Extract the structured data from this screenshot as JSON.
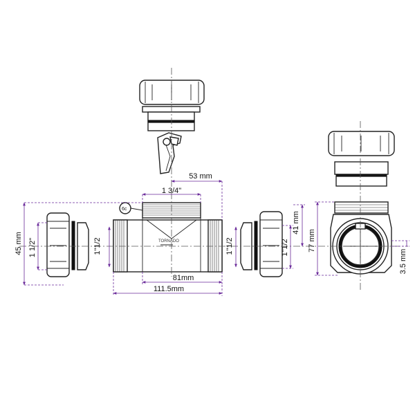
{
  "dimensions": {
    "h_45": "45 mm",
    "h_1_5": "1 1/2\"",
    "h_left_inner": "1\"1/2",
    "top_1_75": "1 3/4\"",
    "top_53": "53 mm",
    "mid_81": "81mm",
    "bottom_111_5": "111.5mm",
    "h_right_inner": "1\"1/2",
    "h_right_outer": "1\"1/2",
    "h_41": "41 mm",
    "h_77": "77 mm",
    "h_3_5": "3.5 mm"
  },
  "callout": "6c",
  "body_marking": "TORNADO",
  "colors": {
    "line": "#222222",
    "dimension": "#6a2a9a",
    "gasket": "#111111"
  }
}
